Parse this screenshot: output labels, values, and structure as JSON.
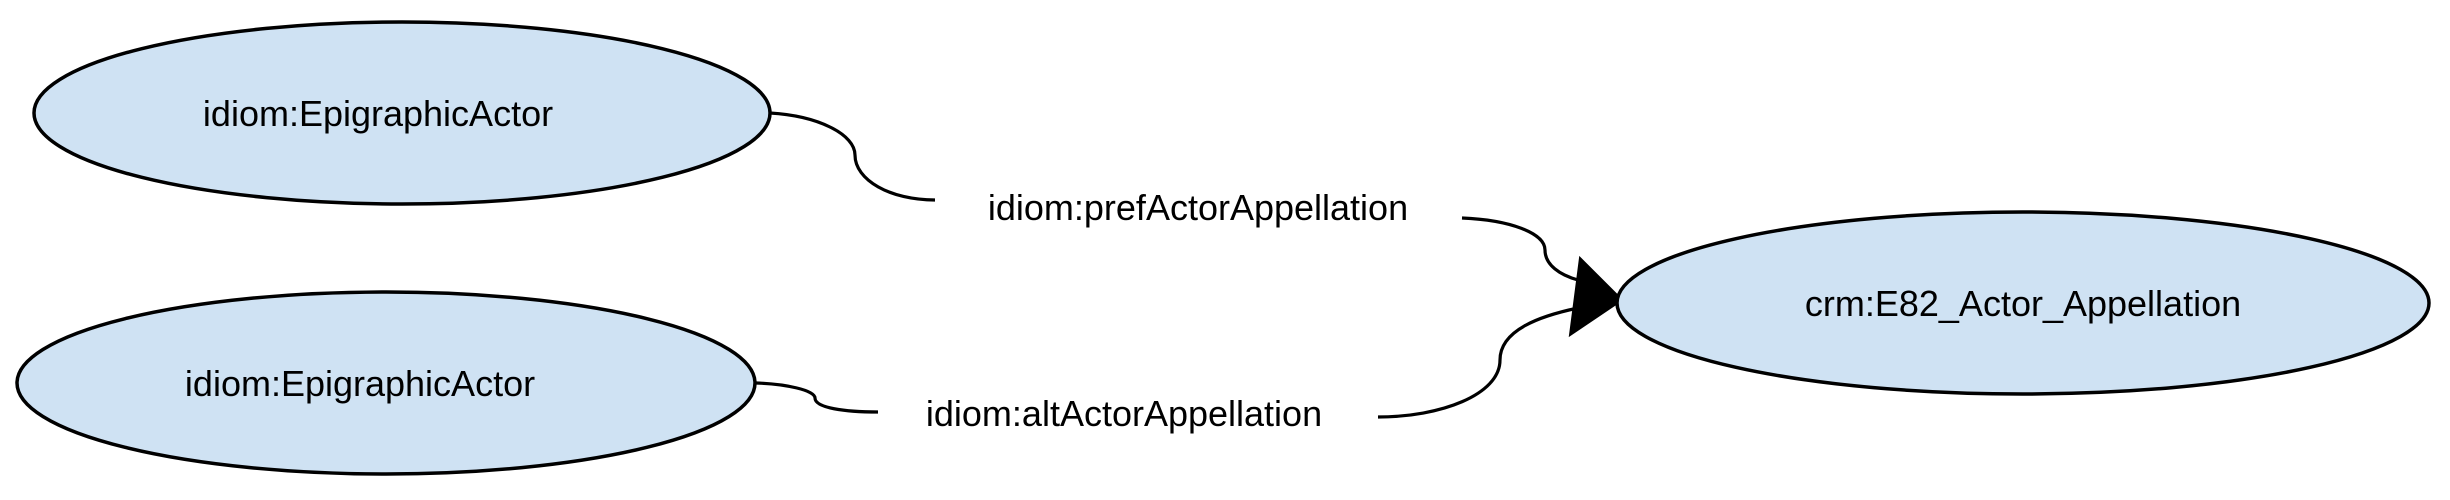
{
  "diagram": {
    "nodes": [
      {
        "id": "actor1",
        "label": "idiom:EpigraphicActor"
      },
      {
        "id": "actor2",
        "label": "idiom:EpigraphicActor"
      },
      {
        "id": "appellation",
        "label": "crm:E82_Actor_Appellation"
      }
    ],
    "edges": [
      {
        "from": "actor1",
        "to": "appellation",
        "label": "idiom:prefActorAppellation"
      },
      {
        "from": "actor2",
        "to": "appellation",
        "label": "idiom:altActorAppellation"
      }
    ],
    "colors": {
      "node_fill": "#cfe2f3",
      "stroke": "#000000",
      "background": "#ffffff"
    }
  }
}
